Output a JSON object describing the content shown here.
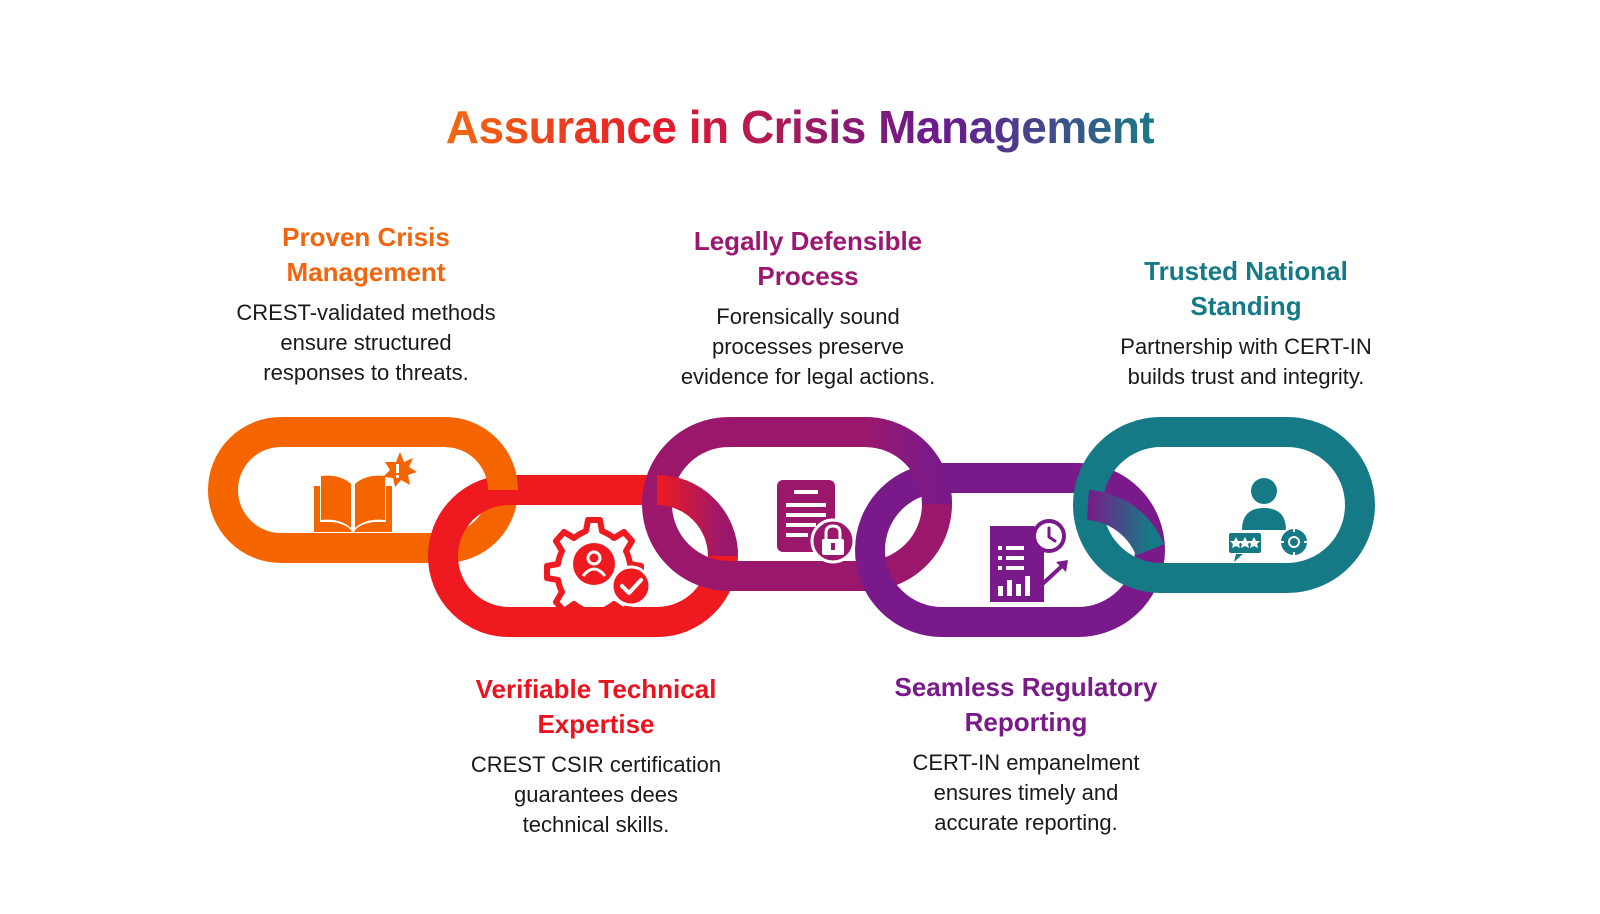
{
  "title": "Assurance in Crisis Management",
  "colors": {
    "orange": "#f46500",
    "red": "#ee1a1f",
    "magenta": "#9b176c",
    "purple": "#7a1a8a",
    "teal": "#167a86"
  },
  "items": [
    {
      "heading_line1": "Proven Crisis",
      "heading_line2": "Management",
      "desc_line1": "CREST-validated methods",
      "desc_line2": "ensure structured",
      "desc_line3": "responses to threats.",
      "icon": "book-alert-icon"
    },
    {
      "heading_line1": "Verifiable Technical",
      "heading_line2": "Expertise",
      "desc_line1": "CREST CSIR certification",
      "desc_line2": "guarantees dees",
      "desc_line3": "technical skills.",
      "icon": "gear-user-check-icon"
    },
    {
      "heading_line1": "Legally Defensible",
      "heading_line2": "Process",
      "desc_line1": "Forensically sound",
      "desc_line2": "processes preserve",
      "desc_line3": "evidence for legal actions.",
      "icon": "document-lock-icon"
    },
    {
      "heading_line1": "Seamless Regulatory",
      "heading_line2": "Reporting",
      "desc_line1": "CERT-IN empanelment",
      "desc_line2": "ensures timely and",
      "desc_line3": "accurate reporting.",
      "icon": "report-chart-clock-icon"
    },
    {
      "heading_line1": "Trusted National",
      "heading_line2": "Standing",
      "desc_line1": "Partnership with CERT-IN",
      "desc_line2": "builds trust and integrity.",
      "desc_line3": "",
      "icon": "person-rating-badge-icon"
    }
  ]
}
